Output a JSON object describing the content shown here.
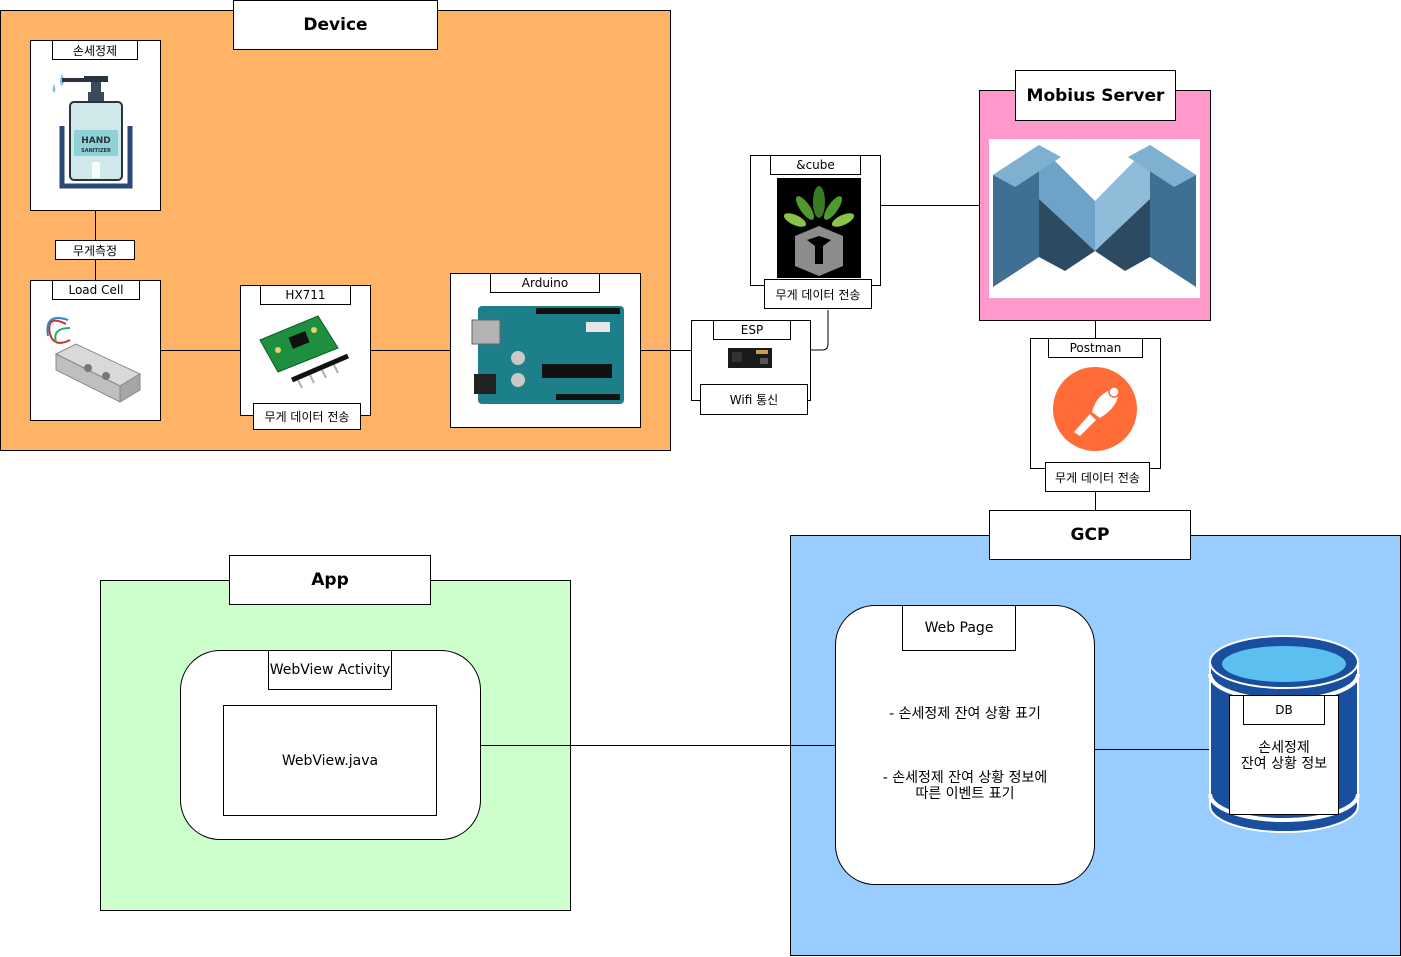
{
  "device": {
    "title": "Device",
    "color": "#FFB366",
    "sanitizer": {
      "label": "손세정제",
      "image_text_1": "HAND",
      "image_text_2": "SANITIZER"
    },
    "weigh": {
      "label": "무게측정"
    },
    "loadcell": {
      "label": "Load Cell"
    },
    "hx711": {
      "label": "HX711",
      "caption": "무게 데이터 전송"
    },
    "arduino": {
      "label": "Arduino"
    }
  },
  "esp": {
    "label": "ESP",
    "caption": "Wifi 통신"
  },
  "cube": {
    "label": "&cube",
    "caption": "무게 데이터 전송"
  },
  "mobius": {
    "title": "Mobius Server",
    "color": "#FF99CC"
  },
  "postman": {
    "label": "Postman",
    "caption": "무게 데이터 전송"
  },
  "gcp": {
    "title": "GCP",
    "color": "#99CCFF"
  },
  "webpage": {
    "title": "Web Page",
    "line1": "- 손세정제 잔여 상황 표기",
    "line2": "- 손세정제 잔여 상황 정보에\n따른 이벤트 표기"
  },
  "db": {
    "label": "DB",
    "body": "손세정제\n잔여 상황 정보",
    "color": "#1A4FA0"
  },
  "app": {
    "title": "App",
    "color": "#CCFFCC",
    "activity": "WebView Activity",
    "java": "WebView.java"
  }
}
